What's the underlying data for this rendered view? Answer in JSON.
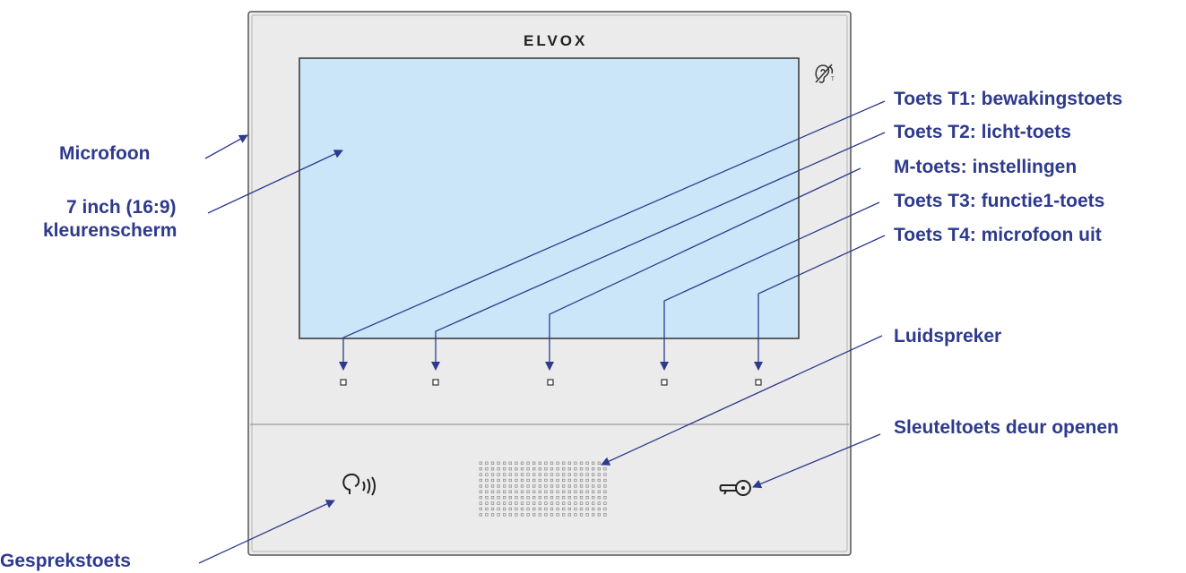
{
  "brand": "ELVOX",
  "labels": {
    "microphone": "Microfoon",
    "screen_line1": "7 inch (16:9)",
    "screen_line2": "kleurenscherm",
    "talk_key": "Gesprekstoets",
    "t1": "Toets T1: bewakingstoets",
    "t2": "Toets T2: licht-toets",
    "m": "M-toets: instellingen",
    "t3": "Toets T3: functie1-toets",
    "t4": "Toets T4: microfoon uit",
    "speaker": "Luidspreker",
    "door_key": "Sleuteltoets deur openen"
  },
  "icons": {
    "hearing_loop": "hearing-loop-icon",
    "talk": "talk-icon",
    "key": "key-icon"
  },
  "colors": {
    "label_text": "#2e3a8c",
    "arrow": "#2e3a8c",
    "screen": "#cce6f9",
    "device_body": "#ececec"
  }
}
